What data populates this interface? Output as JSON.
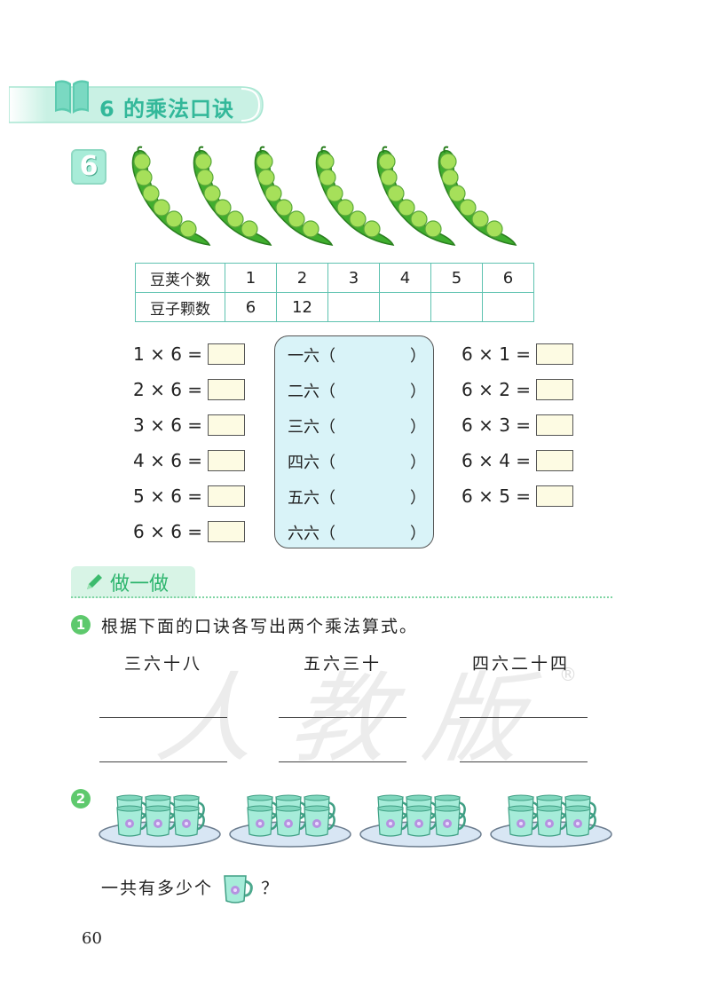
{
  "header": {
    "title": "6 的乘法口诀"
  },
  "example": {
    "badge": "6",
    "pod_count": 6
  },
  "table": {
    "row1_label": "豆荚个数",
    "row2_label": "豆子颗数",
    "row1": [
      "1",
      "2",
      "3",
      "4",
      "5",
      "6"
    ],
    "row2": [
      "6",
      "12",
      "",
      "",
      "",
      ""
    ]
  },
  "equations_left": [
    "1 × 6 =",
    "2 × 6 =",
    "3 × 6 =",
    "4 × 6 =",
    "5 × 6 =",
    "6 × 6 ="
  ],
  "mnemonics": [
    "一六（",
    "二六（",
    "三六（",
    "四六（",
    "五六（",
    "六六（"
  ],
  "close_paren": "）",
  "equations_right": [
    "6 × 1 =",
    "6 × 2 =",
    "6 × 3 =",
    "6 × 4 =",
    "6 × 5 ="
  ],
  "doit": {
    "label": "做一做"
  },
  "q1": {
    "num": "1",
    "text": "根据下面的口诀各写出两个乘法算式。",
    "chants": [
      "三六十八",
      "五六三十",
      "四六二十四"
    ]
  },
  "q2": {
    "num": "2",
    "text_before": "一共有多少个",
    "text_after": "？",
    "tray_count": 4,
    "cups_per_tray": 6
  },
  "watermark": {
    "text": "人教版",
    "reg": "®"
  },
  "page_number": "60"
}
